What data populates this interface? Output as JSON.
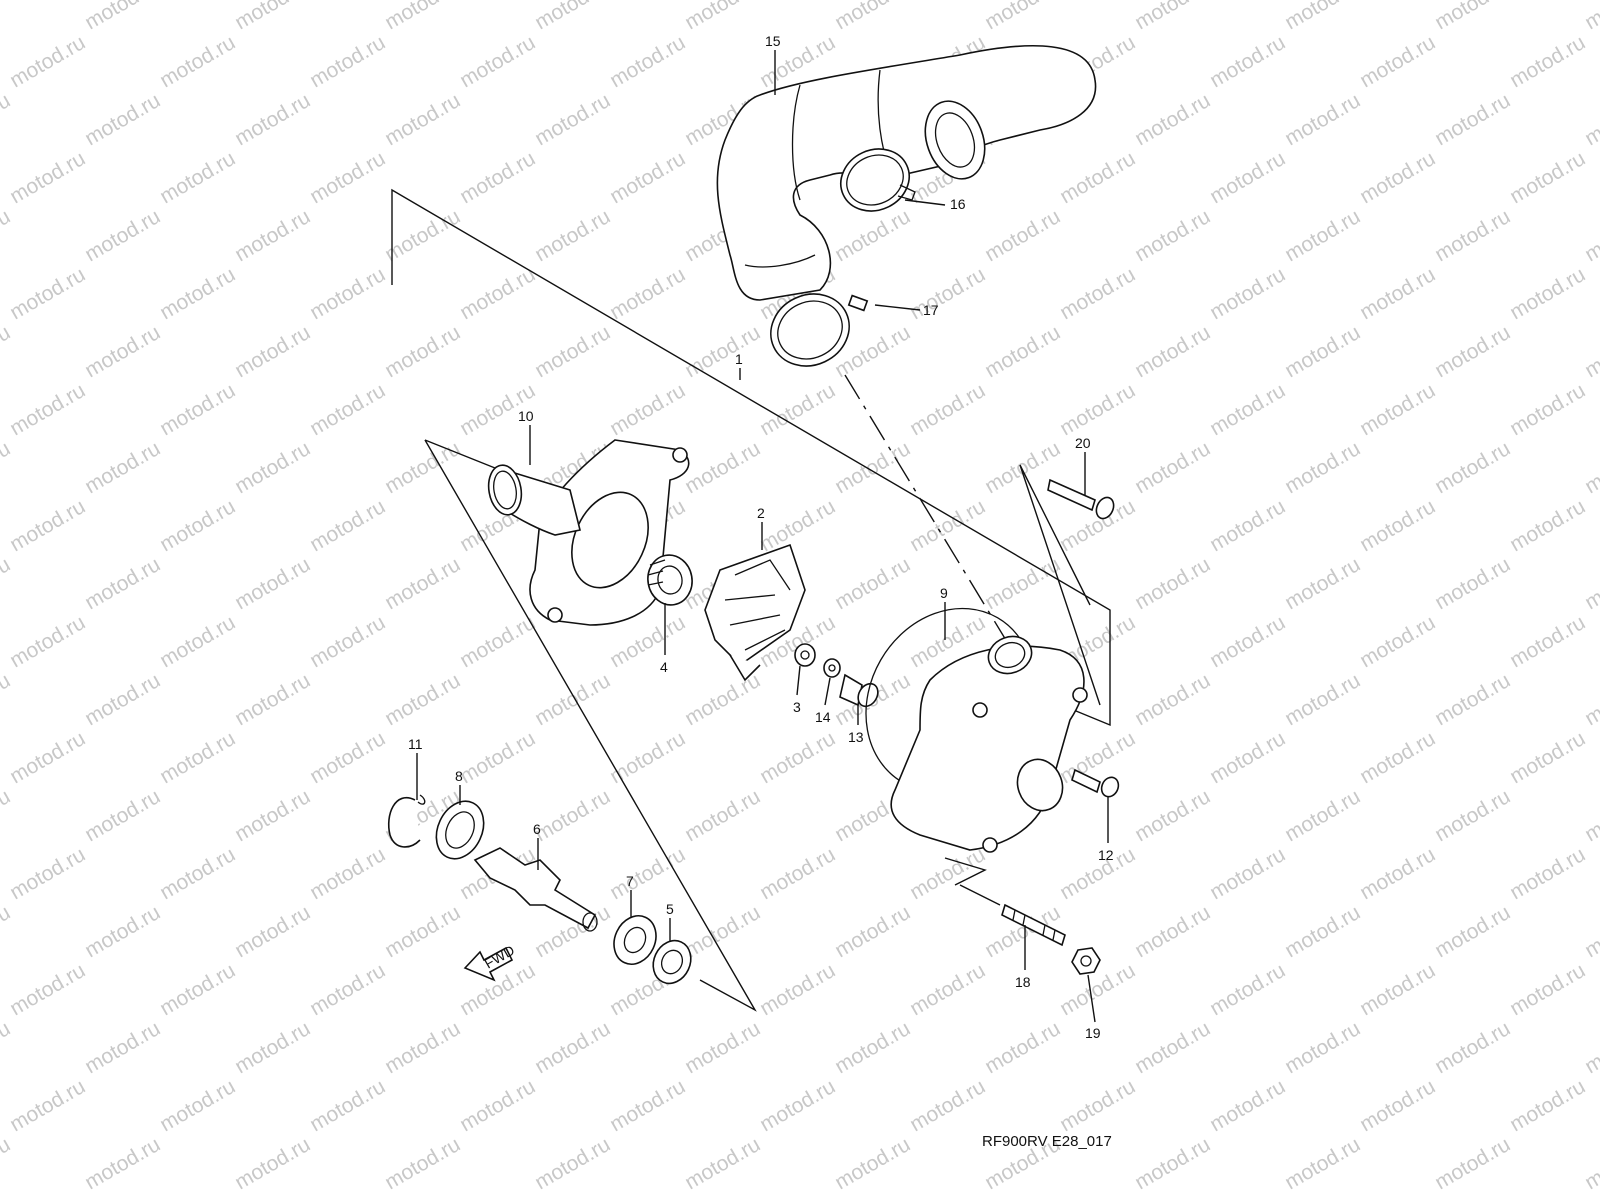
{
  "watermark_text": "motod.ru",
  "drawing_reference": "RF900RV E28_017",
  "fwd_label": "FWD",
  "callouts": [
    "1",
    "2",
    "3",
    "4",
    "5",
    "6",
    "7",
    "8",
    "9",
    "10",
    "11",
    "12",
    "13",
    "14",
    "15",
    "16",
    "17",
    "18",
    "19",
    "20"
  ],
  "colors": {
    "line": "#111111",
    "watermark": "#c8c8c8",
    "background": "#ffffff"
  }
}
